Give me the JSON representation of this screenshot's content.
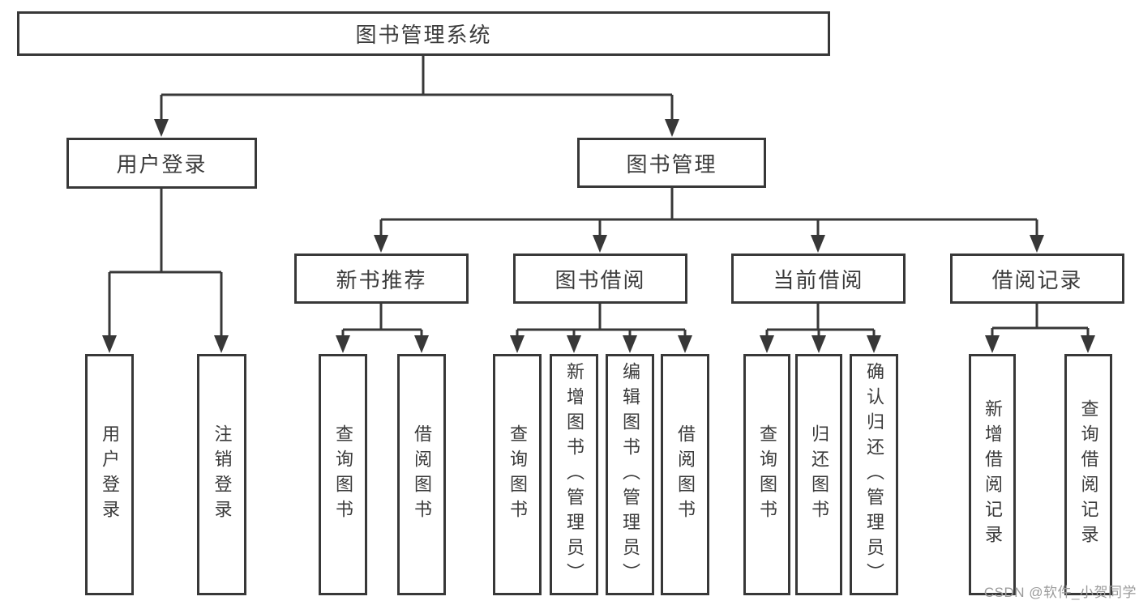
{
  "colors": {
    "background": "#ffffff",
    "line": "#383838",
    "box_border": "#383838",
    "text": "#3b3b3b",
    "watermark": "#9b9b9b"
  },
  "watermark": {
    "text": "CSDN @软件_小贺同学"
  },
  "nodes": {
    "root": {
      "label": "图书管理系统"
    },
    "level2": [
      {
        "label": "用户登录",
        "parent": "图书管理系统"
      },
      {
        "label": "图书管理",
        "parent": "图书管理系统"
      }
    ],
    "level3": [
      {
        "label": "新书推荐",
        "parent": "图书管理"
      },
      {
        "label": "图书借阅",
        "parent": "图书管理"
      },
      {
        "label": "当前借阅",
        "parent": "图书管理"
      },
      {
        "label": "借阅记录",
        "parent": "图书管理"
      }
    ],
    "leaves": [
      {
        "label": "用户登录",
        "parent": "用户登录"
      },
      {
        "label": "注销登录",
        "parent": "用户登录"
      },
      {
        "label": "查询图书",
        "parent": "新书推荐"
      },
      {
        "label": "借阅图书",
        "parent": "新书推荐"
      },
      {
        "label": "查询图书",
        "parent": "图书借阅"
      },
      {
        "label": "新增图书（管理员）",
        "parent": "图书借阅"
      },
      {
        "label": "编辑图书（管理员）",
        "parent": "图书借阅"
      },
      {
        "label": "借阅图书",
        "parent": "图书借阅"
      },
      {
        "label": "查询图书",
        "parent": "当前借阅"
      },
      {
        "label": "归还图书",
        "parent": "当前借阅"
      },
      {
        "label": "确认归还（管理员）",
        "parent": "当前借阅"
      },
      {
        "label": "新增借阅记录",
        "parent": "借阅记录"
      },
      {
        "label": "查询借阅记录",
        "parent": "借阅记录"
      }
    ]
  }
}
